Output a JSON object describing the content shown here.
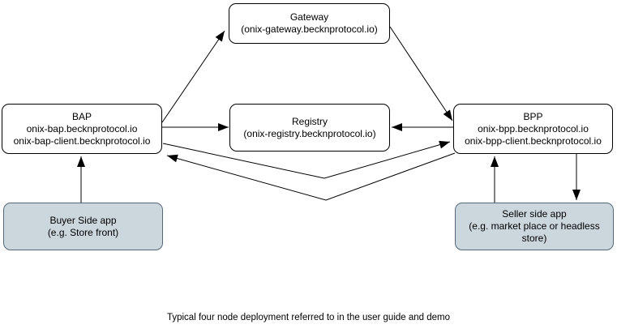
{
  "diagram": {
    "nodes": {
      "gateway": {
        "title": "Gateway",
        "subtitle": "(onix-gateway.becknprotocol.io)"
      },
      "bap": {
        "title": "BAP",
        "line2": "onix-bap.becknprotocol.io",
        "line3": "onix-bap-client.becknprotocol.io"
      },
      "registry": {
        "title": "Registry",
        "subtitle": "(onix-registry.becknprotocol.io)"
      },
      "bpp": {
        "title": "BPP",
        "line2": "onix-bpp.becknprotocol.io",
        "line3": "onix-bpp-client.becknprotocol.io"
      },
      "buyer_app": {
        "title": "Buyer Side app",
        "subtitle": "(e.g. Store front)"
      },
      "seller_app": {
        "title": "Seller side app",
        "subtitle": "(e.g. market place or headless store)"
      }
    },
    "connections": [
      {
        "from": "bap",
        "to": "gateway",
        "direction": "one-way"
      },
      {
        "from": "gateway",
        "to": "bpp",
        "direction": "one-way"
      },
      {
        "from": "bap",
        "to": "registry",
        "direction": "one-way"
      },
      {
        "from": "bpp",
        "to": "registry",
        "direction": "one-way"
      },
      {
        "from": "bap",
        "to": "bpp",
        "direction": "one-way"
      },
      {
        "from": "bpp",
        "to": "bap",
        "direction": "one-way"
      },
      {
        "from": "buyer_app",
        "to": "bap",
        "direction": "one-way"
      },
      {
        "from": "seller_app",
        "to": "bpp",
        "direction": "one-way"
      },
      {
        "from": "bpp",
        "to": "seller_app",
        "direction": "one-way"
      }
    ],
    "caption": "Typical four node deployment referred to in the user guide and demo",
    "colors": {
      "node_fill": "#ffffff",
      "node_border": "#000000",
      "app_fill": "#cbd6dd",
      "app_border": "#54687a",
      "arrow": "#000000",
      "text": "#000000"
    }
  }
}
